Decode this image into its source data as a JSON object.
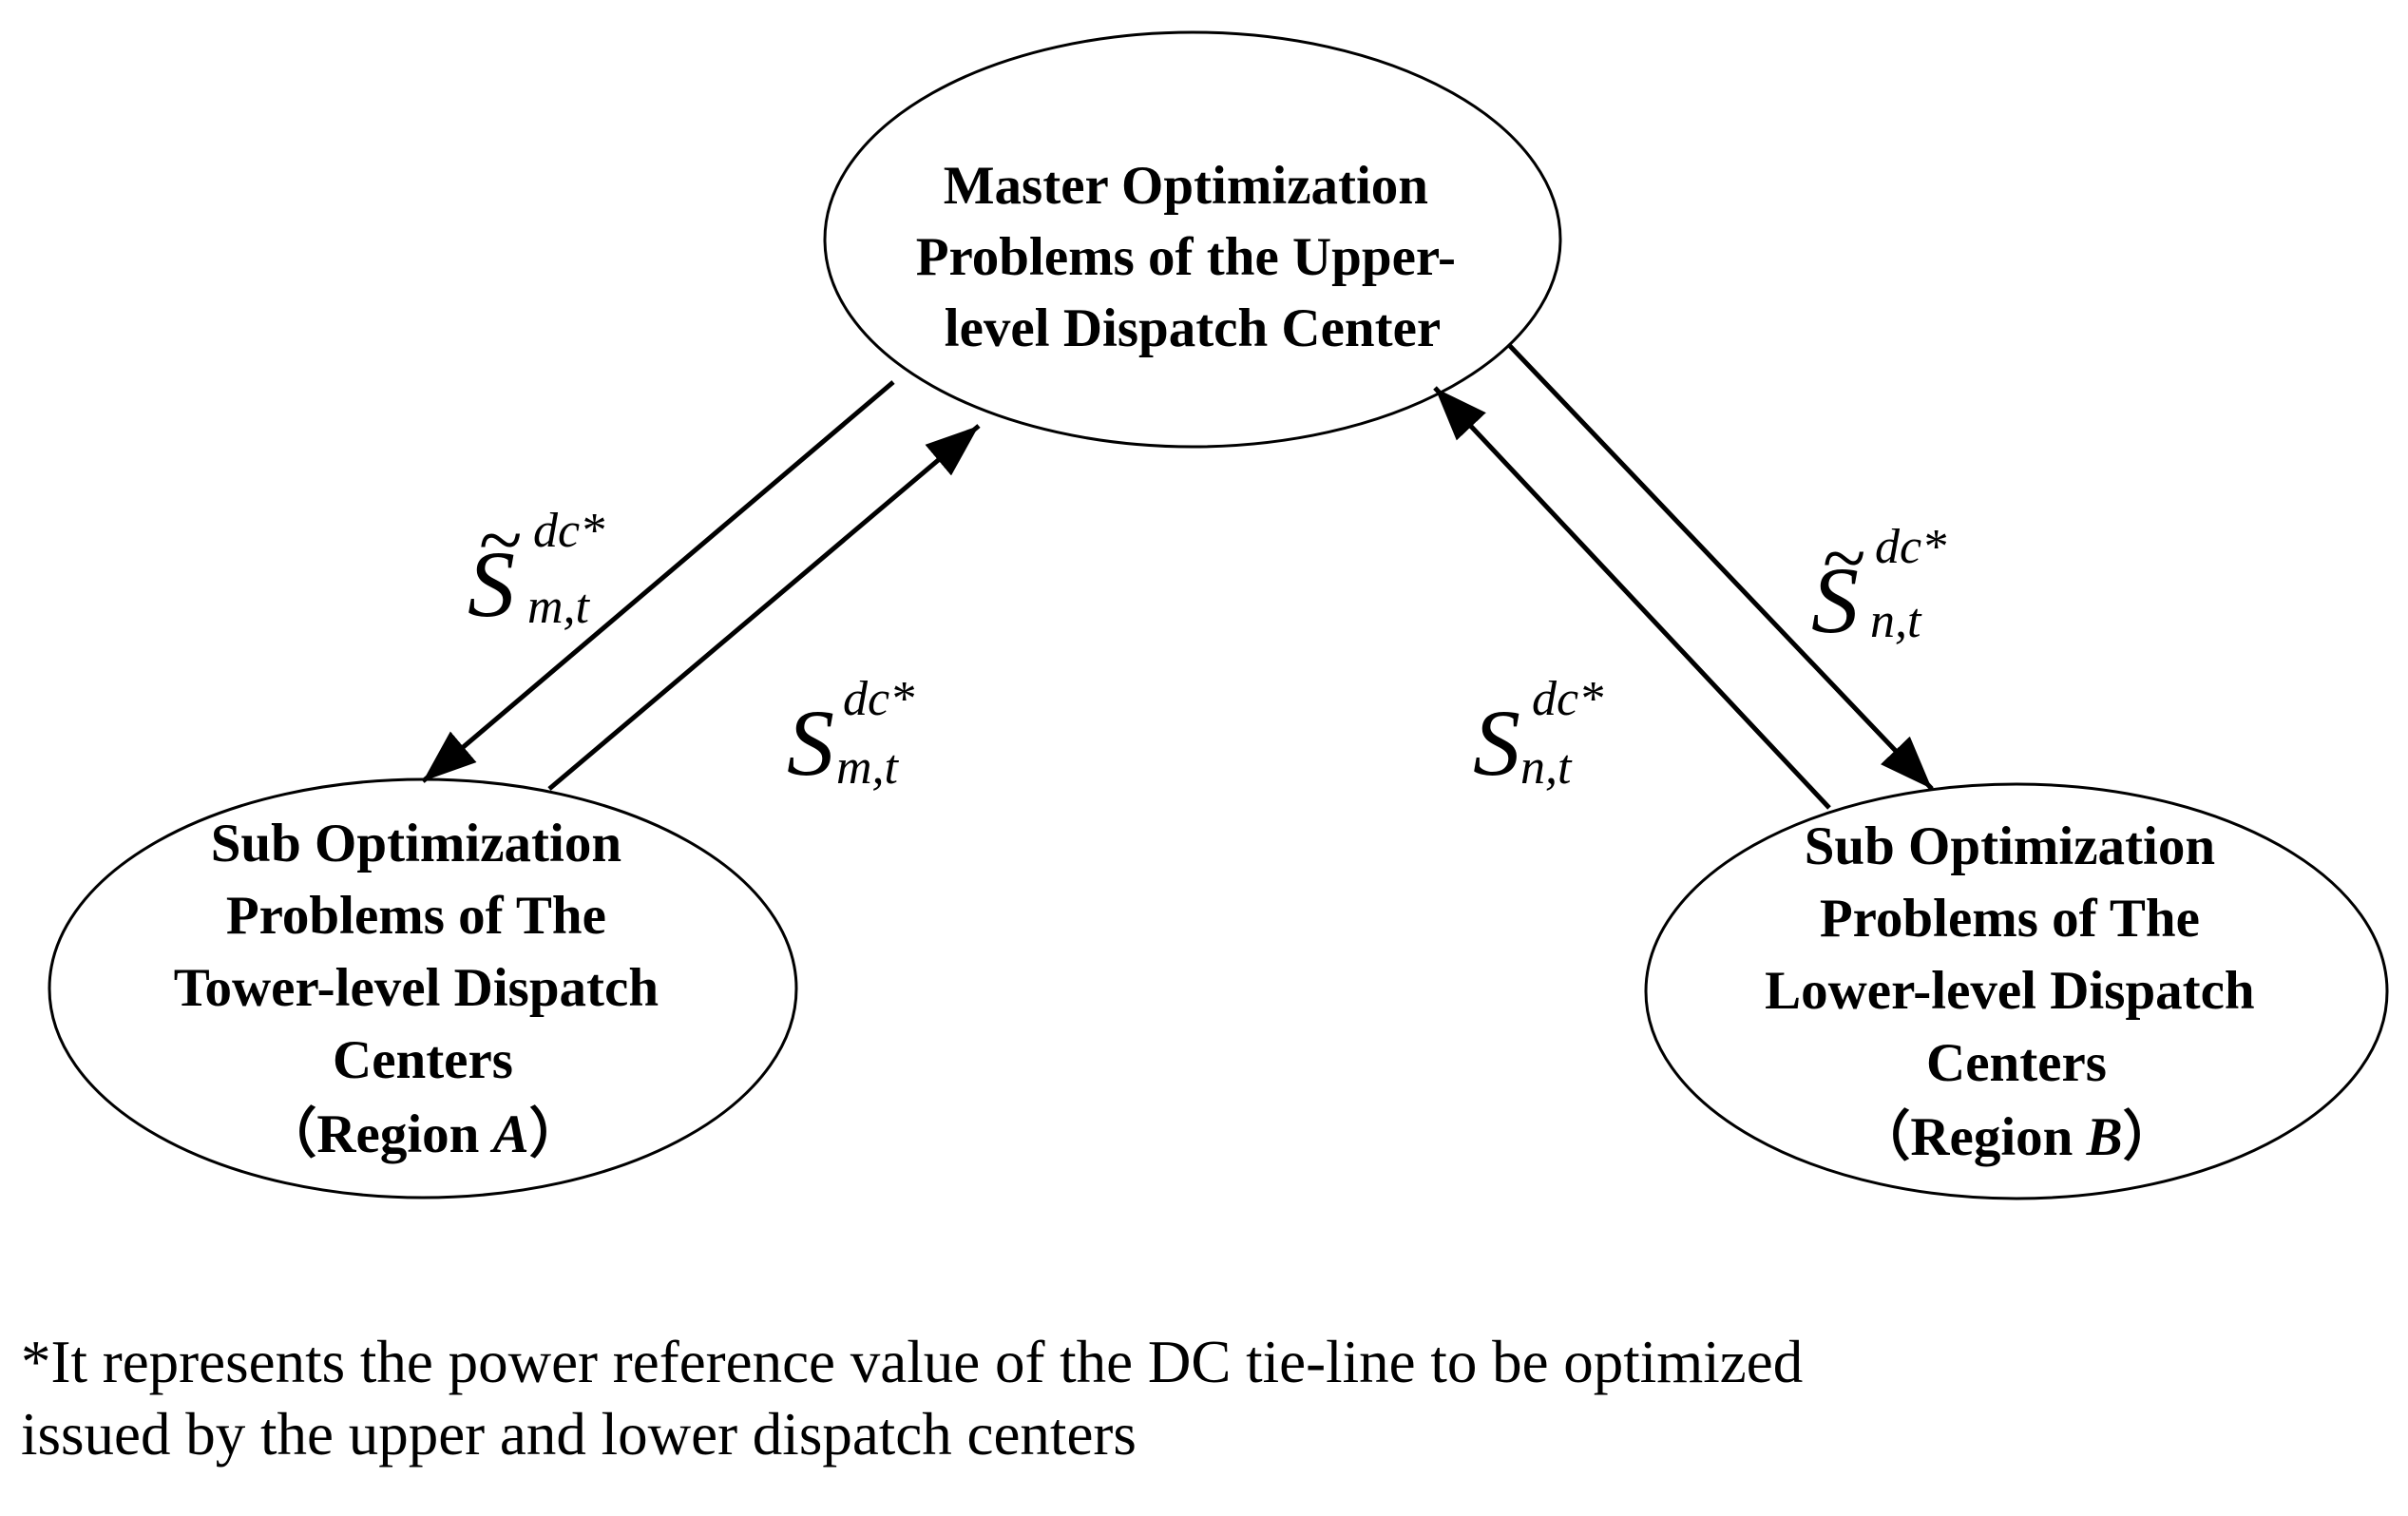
{
  "nodes": {
    "master": {
      "lines": [
        "Master Optimization",
        "Problems of the Upper-",
        "level Dispatch Center"
      ]
    },
    "sub_a": {
      "lines": [
        "Sub Optimization",
        "Problems of The",
        "Tower-level Dispatch",
        "Centers"
      ],
      "region_open": "（Region ",
      "region_letter": "A",
      "region_close": "）"
    },
    "sub_b": {
      "lines": [
        "Sub Optimization",
        "Problems of The",
        "Lower-level Dispatch",
        "Centers"
      ],
      "region_open": "（Region ",
      "region_letter": "B",
      "region_close": "）"
    }
  },
  "edge_labels": {
    "to_a": {
      "tilde": "~",
      "symbol": "S",
      "sup": "dc*",
      "sub": "m,t"
    },
    "from_a": {
      "symbol": "S",
      "sup": "dc*",
      "sub": "m,t"
    },
    "from_b": {
      "symbol": "S",
      "sup": "dc*",
      "sub": "n,t"
    },
    "to_b": {
      "tilde": "~",
      "symbol": "S",
      "sup": "dc*",
      "sub": "n,t"
    }
  },
  "footnote": {
    "line1": "*It represents the power reference value of the DC tie-line to be optimized",
    "line2": "issued by the upper and lower dispatch centers"
  },
  "colors": {
    "stroke": "#000000",
    "background": "#ffffff"
  }
}
